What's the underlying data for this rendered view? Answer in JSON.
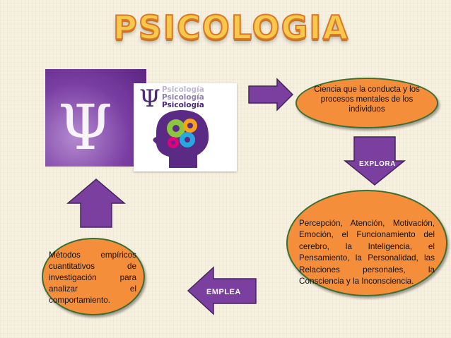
{
  "title": "PSICOLOGIA",
  "images": {
    "psi_symbol": "Ψ",
    "logo_words": [
      "Psicología",
      "Psicología",
      "Psicología"
    ]
  },
  "nodes": {
    "definition": "Ciencia que la conducta y los procesos mentales de los individuos",
    "explores": "Percepción, Atención, Motivación, Emoción, el Funcionamiento del cerebro, la Inteligencia, el Pensamiento, la Personalidad, las Relaciones personales, la Consciencia y la Inconsciencia.",
    "methods": "Métodos empíricos cuantitativos de investigación para analizar el comportamiento."
  },
  "arrows": {
    "explora": "EXPLORA",
    "emplea": "EMPLEA"
  },
  "colors": {
    "arrow_fill": "#7b3fa0",
    "arrow_stroke": "#43255c",
    "ellipse_fill": "#f58e3b",
    "ellipse_stroke": "#3b6e2f",
    "title_fill": "#f7c84a",
    "title_stroke": "#d9772a"
  }
}
